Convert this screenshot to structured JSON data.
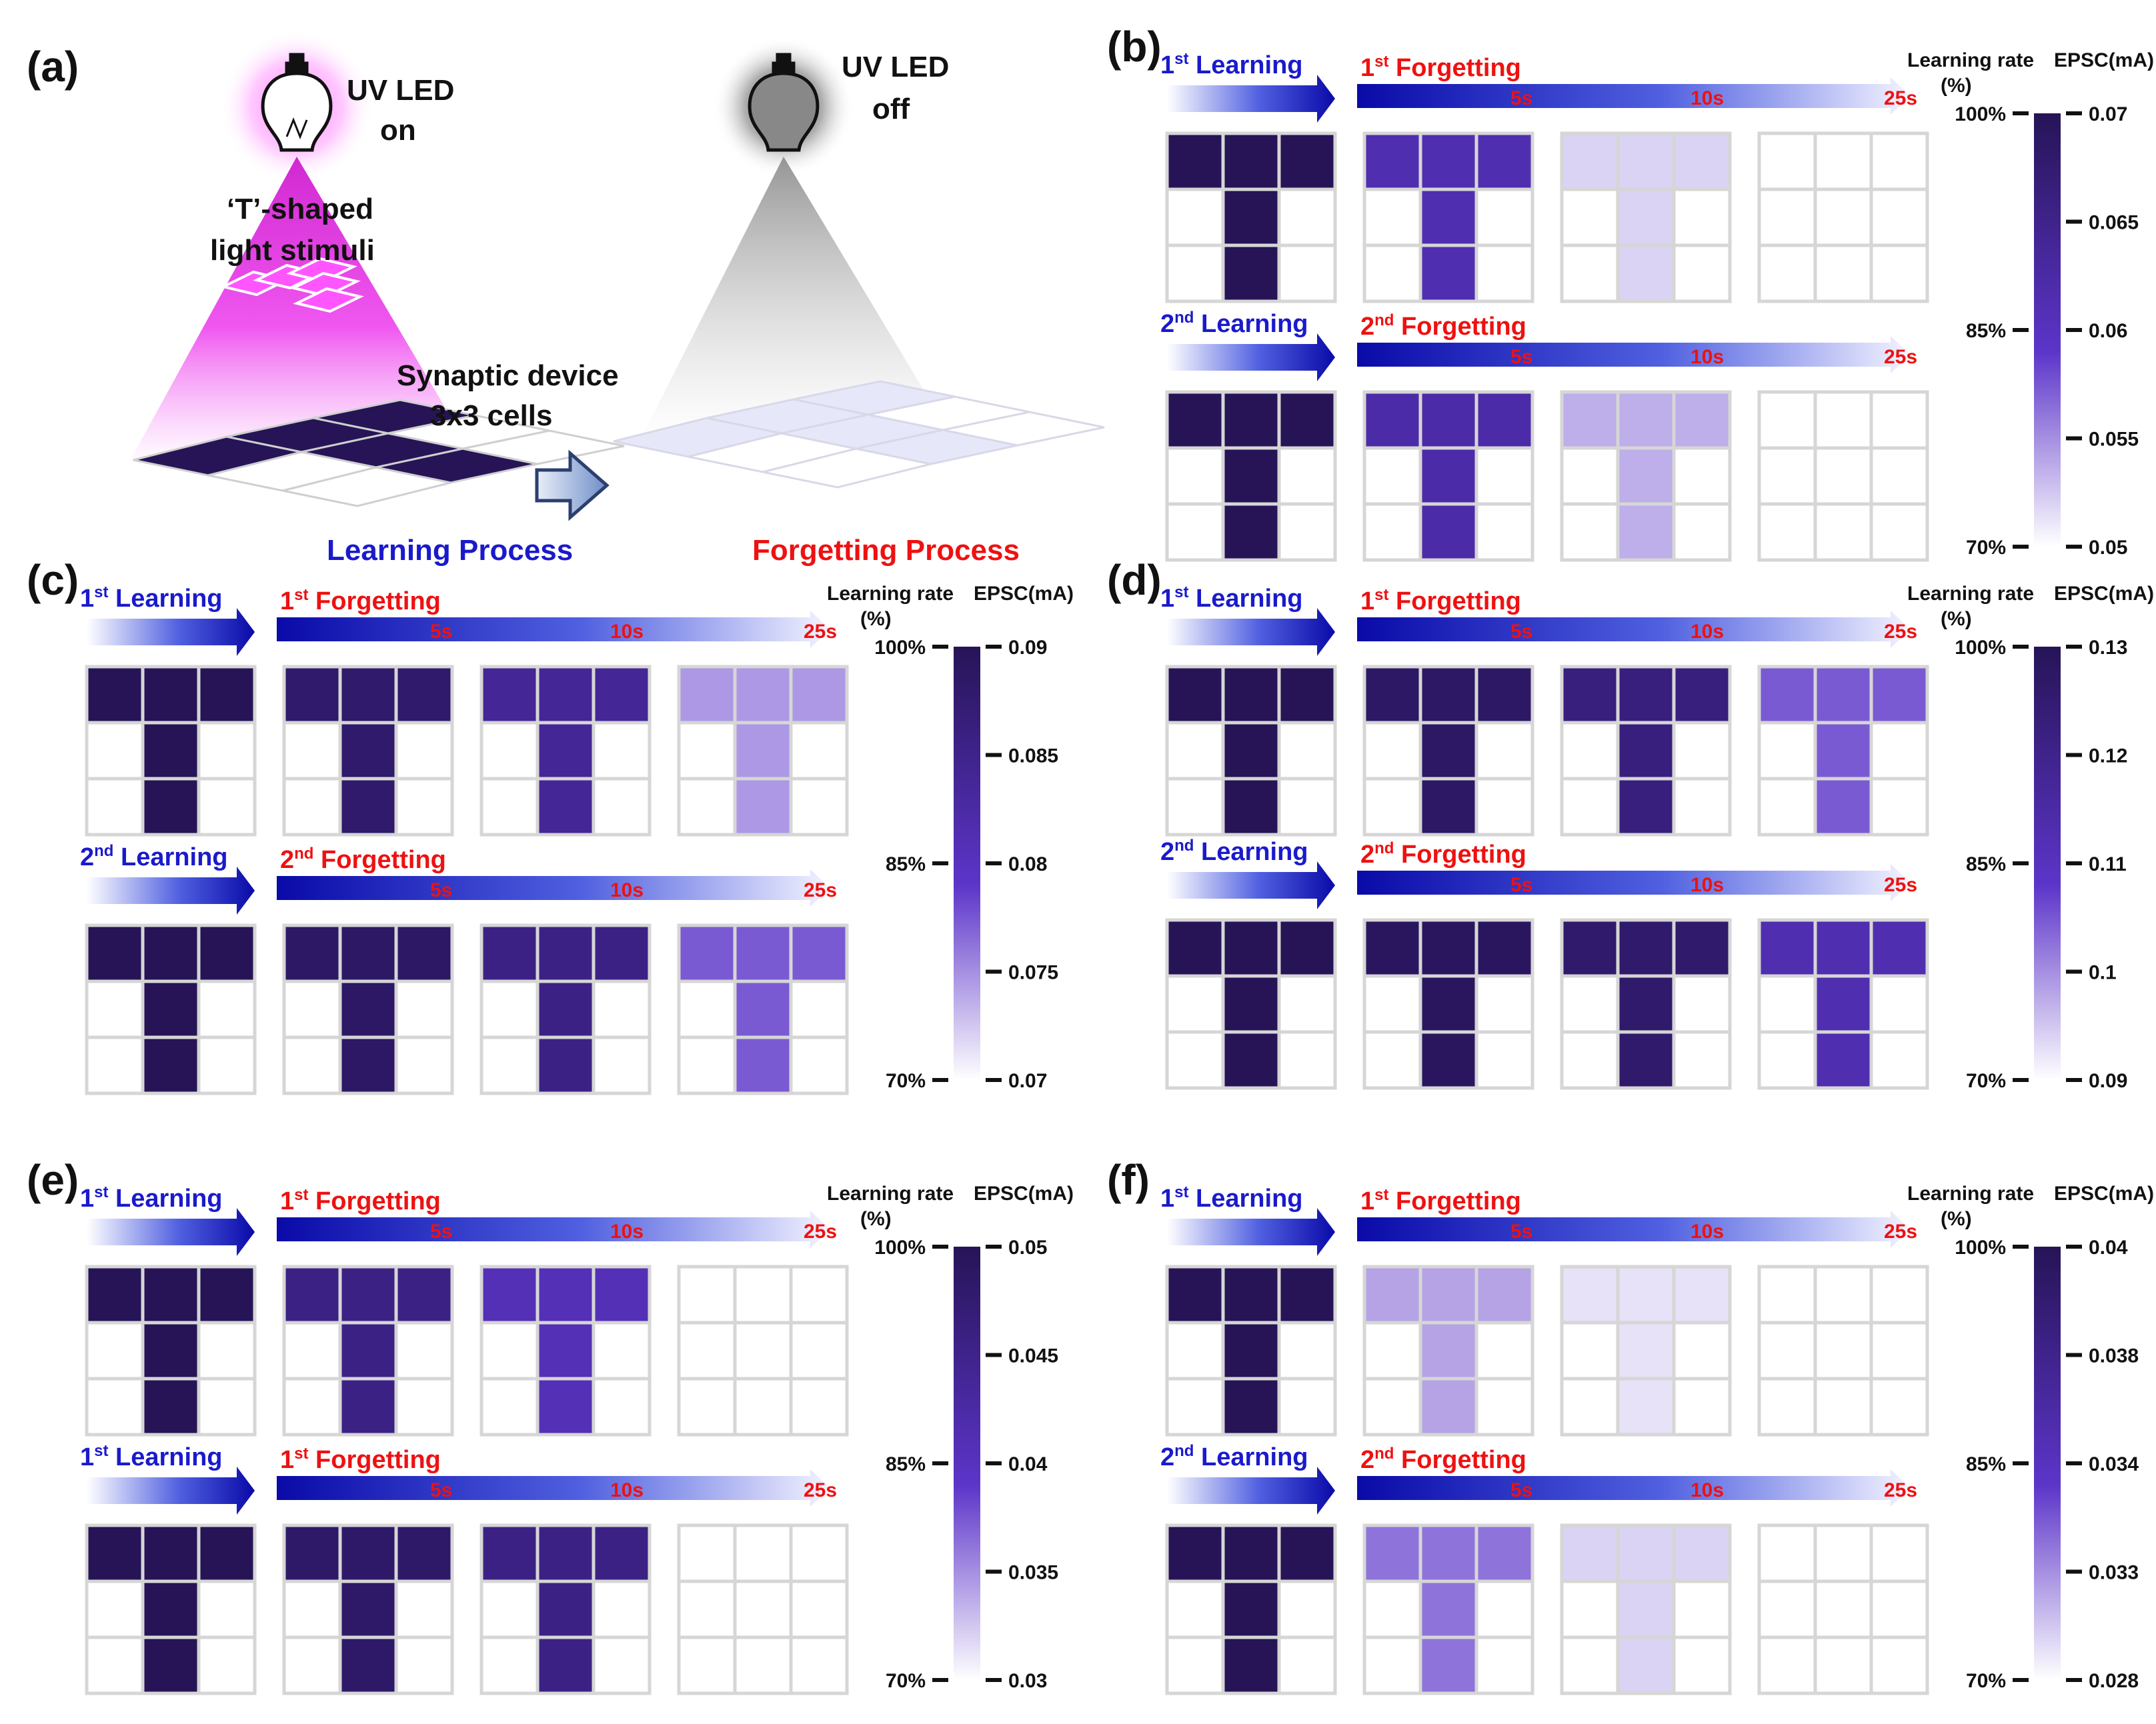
{
  "panel_a": {
    "label": "(a)",
    "led_on": [
      "UV LED",
      "on"
    ],
    "led_off": [
      "UV LED",
      "off"
    ],
    "stimuli": [
      "‘T’-shaped",
      "light stimuli"
    ],
    "device": [
      "Synaptic device",
      "3x3 cells"
    ],
    "learning": "Learning Process",
    "forgetting": "Forgetting Process"
  },
  "axis_text": {
    "learning_rate": "Learning rate",
    "percent": "(%)",
    "epsc": "EPSC(mA)",
    "rate_ticks": [
      "100%",
      "85%",
      "70%"
    ],
    "times": [
      "5s",
      "10s",
      "25s"
    ]
  },
  "colors": {
    "dark": "#261457",
    "mid": "#5c35c9",
    "light": "#ffffff",
    "learning_text": "#1a1acc",
    "forgetting_text": "#ee1111",
    "time_text": "#ee1111",
    "cell_border": "#d6d6d6"
  },
  "panels": [
    {
      "id": "b",
      "label": "(b)",
      "rows": [
        {
          "learning": "1st Learning",
          "forgetting": "1st Forgetting",
          "levels": [
            1.0,
            0.65,
            0.12,
            0.0
          ]
        },
        {
          "learning": "2nd Learning",
          "forgetting": "2nd Forgetting",
          "levels": [
            1.0,
            0.68,
            0.22,
            0.0
          ]
        }
      ],
      "epsc_ticks": [
        "0.07",
        "0.065",
        "0.06",
        "0.055",
        "0.05"
      ]
    },
    {
      "id": "c",
      "label": "(c)",
      "rows": [
        {
          "learning": "1st Learning",
          "forgetting": "1st Forgetting",
          "levels": [
            1.0,
            0.92,
            0.75,
            0.28
          ]
        },
        {
          "learning": "2nd Learning",
          "forgetting": "2nd Forgetting",
          "levels": [
            1.0,
            0.94,
            0.82,
            0.45
          ]
        }
      ],
      "epsc_ticks": [
        "0.09",
        "0.085",
        "0.08",
        "0.075",
        "0.07"
      ]
    },
    {
      "id": "d",
      "label": "(d)",
      "rows": [
        {
          "learning": "1st Learning",
          "forgetting": "1st Forgetting",
          "levels": [
            1.0,
            0.95,
            0.85,
            0.45
          ]
        },
        {
          "learning": "2nd Learning",
          "forgetting": "2nd Forgetting",
          "levels": [
            1.0,
            0.97,
            0.92,
            0.65
          ]
        }
      ],
      "epsc_ticks": [
        "0.13",
        "0.12",
        "0.11",
        "0.1",
        "0.09"
      ]
    },
    {
      "id": "e",
      "label": "(e)",
      "rows": [
        {
          "learning": "1st Learning",
          "forgetting": "1st Forgetting",
          "levels": [
            1.0,
            0.82,
            0.62,
            0.0
          ]
        },
        {
          "learning": "1st Learning",
          "forgetting": "1st Forgetting",
          "levels": [
            1.0,
            0.93,
            0.82,
            0.0
          ]
        }
      ],
      "epsc_ticks": [
        "0.05",
        "0.045",
        "0.04",
        "0.035",
        "0.03"
      ]
    },
    {
      "id": "f",
      "label": "(f)",
      "rows": [
        {
          "learning": "1st Learning",
          "forgetting": "1st Forgetting",
          "levels": [
            1.0,
            0.25,
            0.08,
            0.0
          ]
        },
        {
          "learning": "2nd Learning",
          "forgetting": "2nd Forgetting",
          "levels": [
            1.0,
            0.38,
            0.12,
            0.0
          ]
        }
      ],
      "epsc_ticks": [
        "0.04",
        "0.038",
        "0.034",
        "0.033",
        "0.028"
      ]
    }
  ]
}
